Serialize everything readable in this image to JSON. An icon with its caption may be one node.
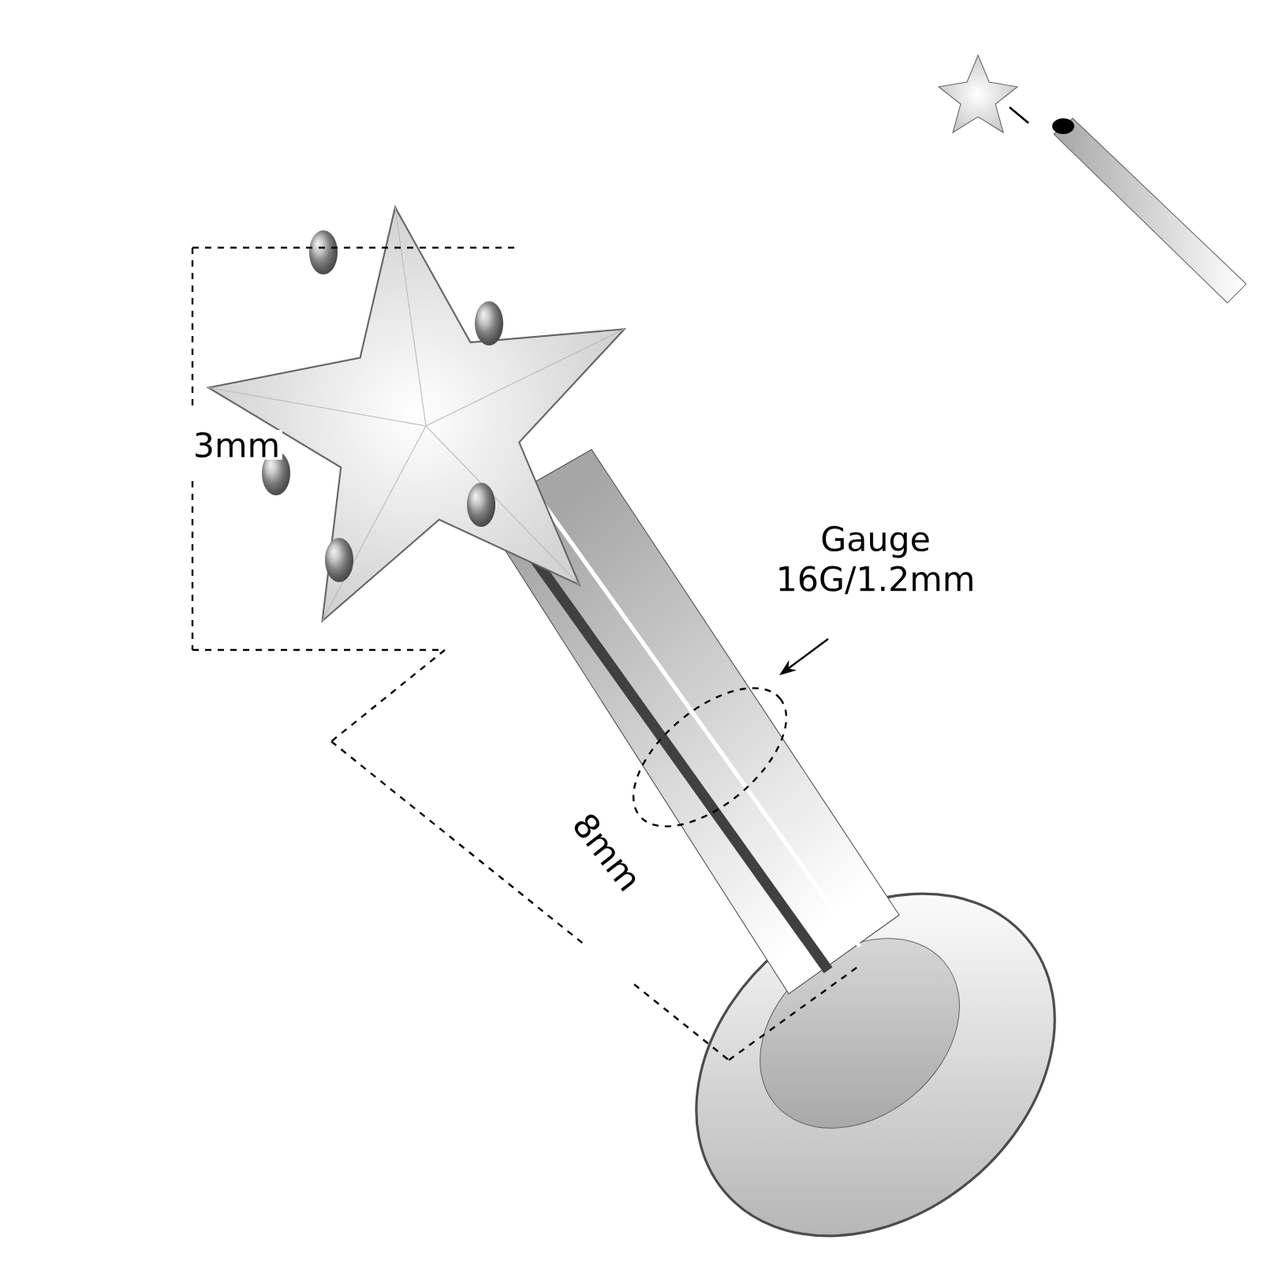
{
  "diagram": {
    "labels": [
      "3mm",
      "Gauge 16G/1.2mm",
      "8mm"
    ]
  }
}
